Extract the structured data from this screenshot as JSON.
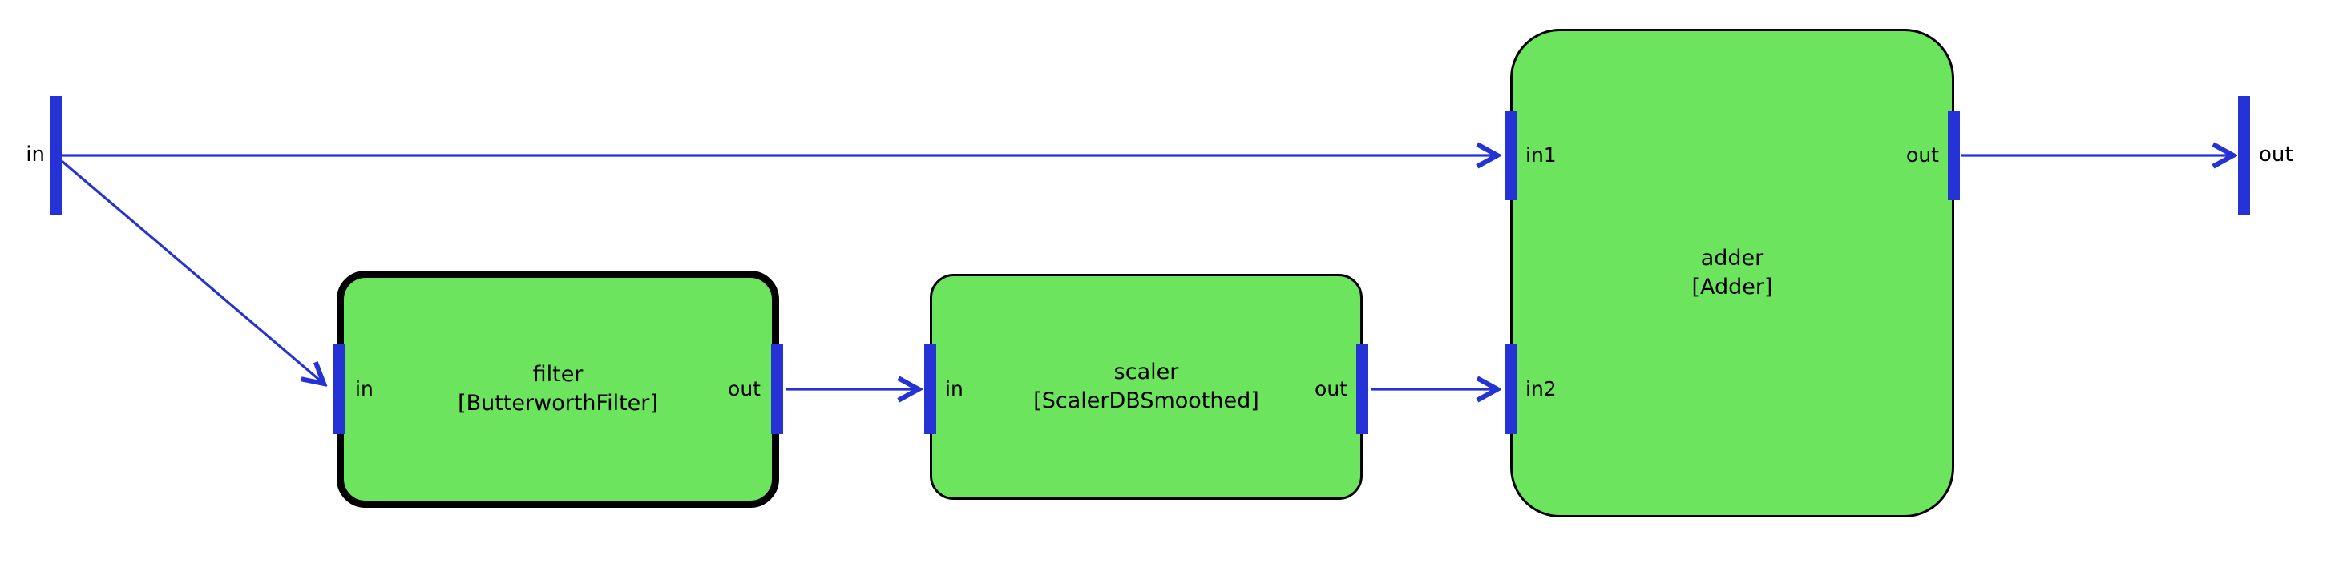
{
  "diagram": {
    "colors": {
      "block_fill": "#6ce45e",
      "connection_blue": "#2533d6",
      "port_blue": "#2533d6",
      "border_black": "#000000",
      "background": "#ffffff"
    },
    "external_ports": {
      "in": {
        "label": "in"
      },
      "out": {
        "label": "out"
      }
    },
    "blocks": [
      {
        "name": "filter",
        "type": "[ButterworthFilter]",
        "selected": true,
        "ports": {
          "in": {
            "label": "in"
          },
          "out": {
            "label": "out"
          }
        }
      },
      {
        "name": "scaler",
        "type": "[ScalerDBSmoothed]",
        "selected": false,
        "ports": {
          "in": {
            "label": "in"
          },
          "out": {
            "label": "out"
          }
        }
      },
      {
        "name": "adder",
        "type": "[Adder]",
        "selected": false,
        "ports": {
          "in1": {
            "label": "in1"
          },
          "in2": {
            "label": "in2"
          },
          "out": {
            "label": "out"
          }
        }
      }
    ],
    "connections": [
      {
        "from": "in",
        "to": "adder.in1"
      },
      {
        "from": "in",
        "to": "filter.in"
      },
      {
        "from": "filter.out",
        "to": "scaler.in"
      },
      {
        "from": "scaler.out",
        "to": "adder.in2"
      },
      {
        "from": "adder.out",
        "to": "out"
      }
    ]
  }
}
